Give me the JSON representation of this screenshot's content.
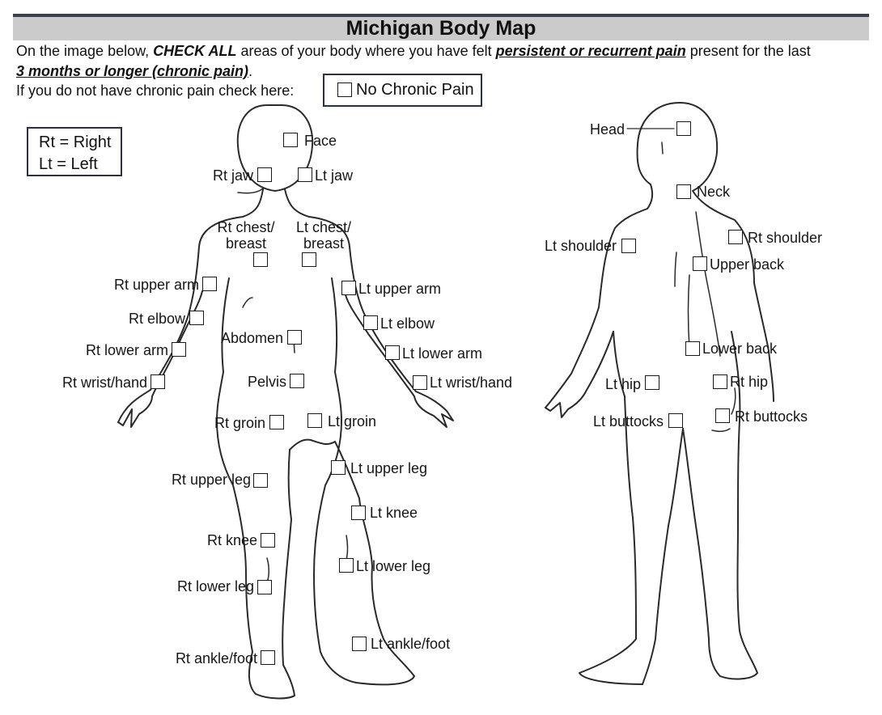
{
  "header": {
    "title": "Michigan Body Map"
  },
  "instructions": {
    "line1_a": "On the image below, ",
    "line1_b": "CHECK ALL",
    "line1_c": " areas of your body where you have felt ",
    "line1_d": "persistent or recurrent pain",
    "line1_e": " present for the last",
    "line2_a": "3 months or longer (chronic pain)",
    "line2_b": ".",
    "line3": "If you do not have chronic pain check here:"
  },
  "no_chronic_pain": {
    "label": "No Chronic Pain",
    "checked": false
  },
  "legend": {
    "line1": "Rt = Right",
    "line2": "Lt = Left"
  },
  "front_view": {
    "face": "Face",
    "rt_jaw": "Rt jaw",
    "lt_jaw": "Lt jaw",
    "rt_chest_1": "Rt chest/",
    "rt_chest_2": "breast",
    "lt_chest_1": "Lt chest/",
    "lt_chest_2": "breast",
    "rt_upper_arm": "Rt upper arm",
    "lt_upper_arm": "Lt upper arm",
    "rt_elbow": "Rt elbow",
    "lt_elbow": "Lt elbow",
    "abdomen": "Abdomen",
    "rt_lower_arm": "Rt lower arm",
    "lt_lower_arm": "Lt lower arm",
    "rt_wrist_hand": "Rt wrist/hand",
    "pelvis": "Pelvis",
    "lt_wrist_hand": "Lt wrist/hand",
    "rt_groin": "Rt groin",
    "lt_groin": "Lt groin",
    "lt_upper_leg": "Lt upper leg",
    "rt_upper_leg": "Rt upper leg",
    "lt_knee": "Lt knee",
    "rt_knee": "Rt knee",
    "lt_lower_leg": "Lt lower leg",
    "rt_lower_leg": "Rt lower leg",
    "lt_ankle_foot": "Lt ankle/foot",
    "rt_ankle_foot": "Rt ankle/foot"
  },
  "back_view": {
    "head": "Head",
    "neck": "Neck",
    "lt_shoulder": "Lt shoulder",
    "rt_shoulder": "Rt shoulder",
    "upper_back": "Upper back",
    "lower_back": "Lower back",
    "lt_hip": "Lt hip",
    "rt_hip": "Rt hip",
    "lt_buttocks": "Lt buttocks",
    "rt_buttocks": "Rt buttocks"
  }
}
